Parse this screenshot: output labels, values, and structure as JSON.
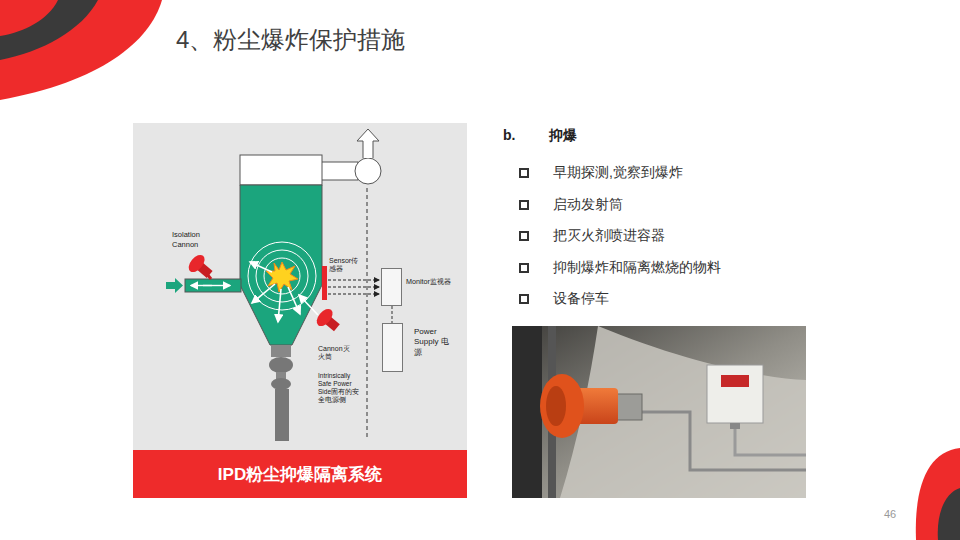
{
  "diagram": {
    "title": "4、粉尘爆炸保护措施",
    "caption": "IPD粉尘抑爆隔离系统",
    "nodes": [
      {
        "text": [
          "Monitor监视器"
        ]
      },
      {
        "text": [
          "Power Supply 电源"
        ]
      }
    ],
    "edges": [
      {
        "from": 0,
        "to": 1,
        "arrow": "none"
      }
    ],
    "labels": [
      "Isolation Cannon",
      "Sensor传感器",
      "Cannon灭火筒",
      "Intrinsically Safe Power Side固有的安全电源侧",
      "b.",
      "抑爆",
      "早期探测,觉察到爆炸",
      "启动发射筒",
      "把灭火剂喷进容器",
      "抑制爆炸和隔离燃烧的物料",
      "设备停车",
      "46"
    ]
  }
}
